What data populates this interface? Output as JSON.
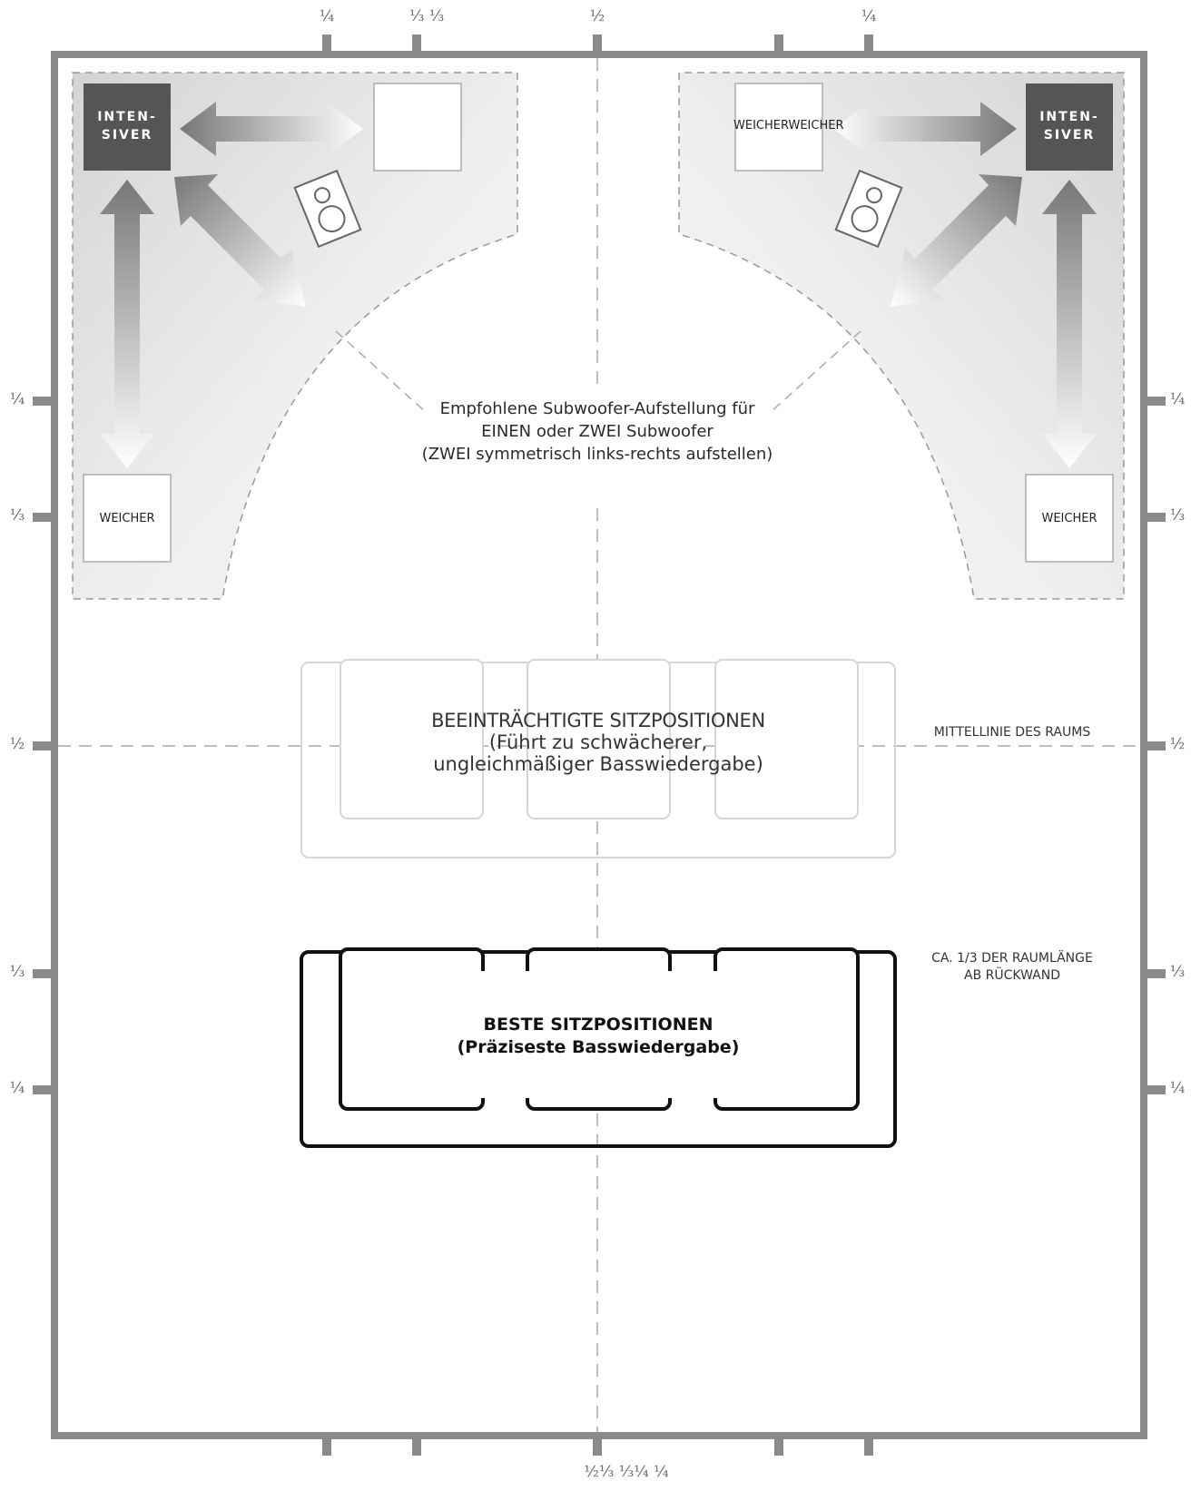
{
  "title": {
    "line1": "Empfohlene Subwoofer-Aufstellung für",
    "line2": "EINEN oder ZWEI Subwoofer",
    "line3": "(ZWEI symmetrisch links-rechts aufstellen)"
  },
  "corners": {
    "left": {
      "intense_line1": "INTEN-",
      "intense_line2": "SIVER",
      "bottom_label": "WEICHER"
    },
    "right": {
      "intense_line1": "INTEN-",
      "intense_line2": "SIVER",
      "top_label": "WEICHERWEICHER",
      "bottom_label": "WEICHER"
    }
  },
  "impaired_seating": {
    "line1": "BEEINTRÄCHTIGTE SITZPOSITIONEN",
    "line2": "(Führt zu schwächerer,",
    "line3": "ungleichmäßiger Basswiedergabe)"
  },
  "best_seating": {
    "line1": "BESTE SITZPOSITIONEN",
    "line2": "(Präziseste Basswiedergabe)"
  },
  "notes": {
    "centerline": "MITTELLINIE DES RAUMS",
    "third_line1": "CA. 1/3 DER RAUMLÄNGE",
    "third_line2": "AB RÜCKWAND"
  },
  "fractions": {
    "top_quarter_left": "¼",
    "top_thirds": "⅓ ⅓",
    "top_half": "½",
    "top_quarter_right": "¼",
    "left_quarter_top": "¼",
    "left_third_top": "⅓",
    "left_half": "½",
    "left_third_bottom": "⅓",
    "left_quarter_bottom": "¼",
    "right_quarter_top": "¼",
    "right_third_top": "⅓",
    "right_half": "½",
    "right_third_bottom": "⅓",
    "right_quarter_bottom": "¼",
    "bottom": "½⅓ ⅓¼ ¼"
  },
  "colors": {
    "wall": "#8a8a8a",
    "intense_box": "#555555",
    "zone_fill": "#ececec",
    "arrow": "#7a7a7a",
    "best_outline": "#111111",
    "impaired_outline": "#d8d8d8"
  }
}
